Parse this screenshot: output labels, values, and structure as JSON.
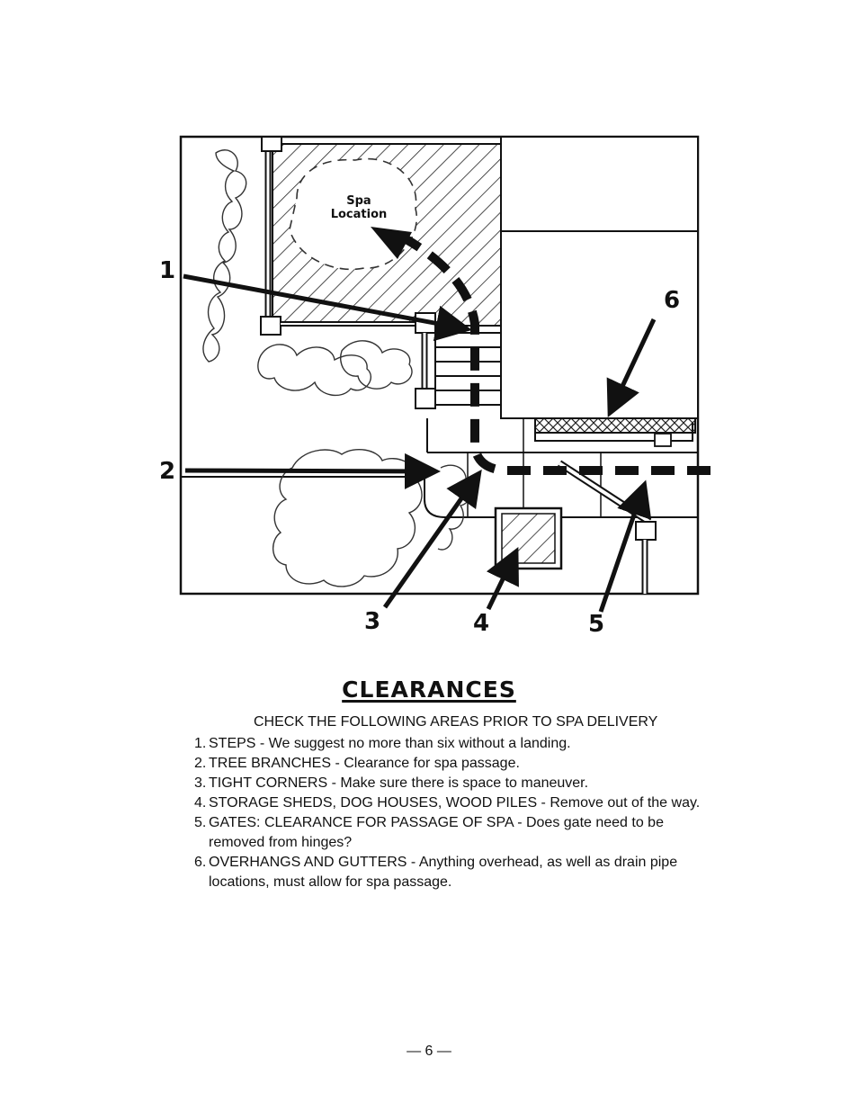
{
  "diagram": {
    "spa_label_line1": "Spa",
    "spa_label_line2": "Location",
    "callouts": [
      "1",
      "2",
      "3",
      "4",
      "5",
      "6"
    ]
  },
  "heading": "CLEARANCES",
  "subheading": "CHECK THE FOLLOWING AREAS PRIOR TO SPA DELIVERY",
  "items": [
    {
      "num": "1.",
      "text": "STEPS - We suggest no more than six without a landing."
    },
    {
      "num": "2.",
      "text": "TREE BRANCHES - Clearance for spa passage."
    },
    {
      "num": "3.",
      "text": "TIGHT CORNERS - Make sure there is space to maneuver."
    },
    {
      "num": "4.",
      "text": "STORAGE SHEDS, DOG HOUSES, WOOD PILES - Remove out of the way."
    },
    {
      "num": "5.",
      "text": "GATES: CLEARANCE FOR PASSAGE OF SPA - Does gate need to be removed from hinges?"
    },
    {
      "num": "6.",
      "text": "OVERHANGS AND GUTTERS - Anything overhead, as well as drain pipe locations, must allow for spa passage."
    }
  ],
  "page_number": "— 6 —"
}
